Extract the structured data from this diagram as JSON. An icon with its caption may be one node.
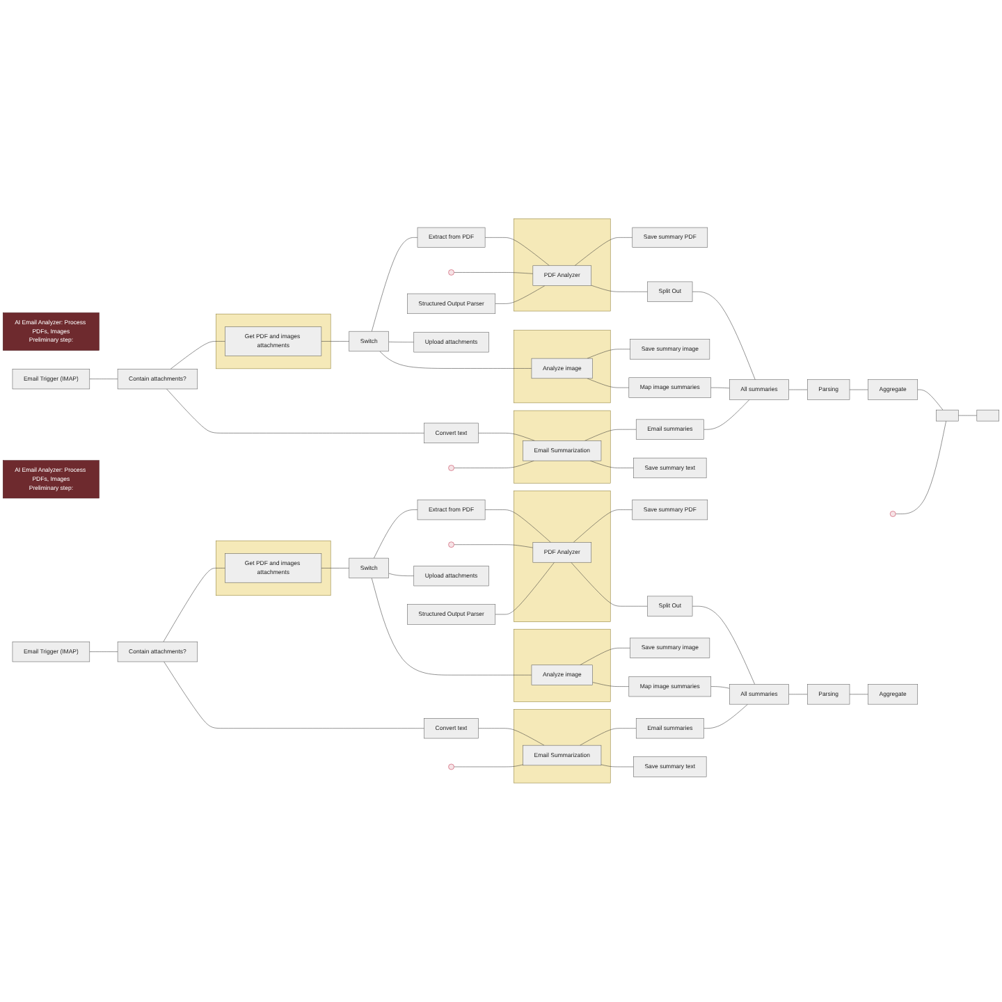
{
  "diagram": {
    "nodes": [
      {
        "text": [
          "AI Email Analyzer: Process PDFs, Images",
          "Preliminary step:"
        ]
      },
      {
        "text": [
          "Email Trigger (IMAP)"
        ]
      },
      {
        "text": [
          "Contain attachments?"
        ]
      },
      {
        "text": [],
        "shape": "box"
      },
      {
        "text": [
          "Get PDF and images attachments"
        ],
        "in": 3
      },
      {
        "text": [
          "Switch"
        ]
      },
      {
        "text": [
          "Extract from PDF"
        ]
      },
      {
        "text": [],
        "shape": "box"
      },
      {
        "text": [
          "PDF Analyzer"
        ],
        "in": 7
      },
      {
        "text": [],
        "shape": "circle"
      },
      {
        "text": [
          "Structured Output Parser"
        ]
      },
      {
        "text": [
          "Save summary PDF"
        ]
      },
      {
        "text": [
          "Split Out"
        ]
      },
      {
        "text": [],
        "shape": "box"
      },
      {
        "text": [
          "Analyze image"
        ],
        "in": 13
      },
      {
        "text": [
          "Save summary image"
        ]
      },
      {
        "text": [
          "Map image summaries"
        ]
      },
      {
        "text": [
          "Upload attachments"
        ]
      },
      {
        "text": [
          "Convert text"
        ]
      },
      {
        "text": [],
        "shape": "box"
      },
      {
        "text": [
          "Email Summarization"
        ],
        "in": 19
      },
      {
        "text": [],
        "shape": "circle"
      },
      {
        "text": [
          "Email summaries"
        ]
      },
      {
        "text": [
          "Save summary text"
        ]
      },
      {
        "text": [
          "All summaries"
        ]
      },
      {
        "text": [
          "Parsing"
        ]
      },
      {
        "text": [
          "Aggregate"
        ]
      },
      {
        "text": [],
        "shape": "box"
      },
      {
        "text": [],
        "shape": "circle"
      },
      {
        "text": [],
        "shape": "box"
      },
      {
        "text": [
          "AI Email Analyzer: Process PDFs, Images",
          "Preliminary step:"
        ]
      },
      {
        "text": [
          "Email Trigger (IMAP)"
        ]
      },
      {
        "text": [
          "Contain attachments?"
        ]
      },
      {
        "text": [],
        "shape": "box"
      },
      {
        "text": [
          "Get PDF and images attachments"
        ],
        "in": 33
      },
      {
        "text": [
          "Switch"
        ]
      },
      {
        "text": [
          "Extract from PDF"
        ]
      },
      {
        "text": [],
        "shape": "box"
      },
      {
        "text": [
          "PDF Analyzer"
        ],
        "in": 37
      },
      {
        "text": [],
        "shape": "circle"
      },
      {
        "text": [
          "Structured Output Parser"
        ]
      },
      {
        "text": [
          "Save summary PDF"
        ]
      },
      {
        "text": [
          "Split Out"
        ]
      },
      {
        "text": [],
        "shape": "box"
      },
      {
        "text": [
          "Analyze image"
        ],
        "in": 43
      },
      {
        "text": [
          "Save summary image"
        ]
      },
      {
        "text": [
          "Map image summaries"
        ]
      },
      {
        "text": [
          "Upload attachments"
        ]
      },
      {
        "text": [
          "Convert text"
        ]
      },
      {
        "text": [],
        "shape": "box"
      },
      {
        "text": [
          "Email Summarization"
        ],
        "in": 49
      },
      {
        "text": [],
        "shape": "circle"
      },
      {
        "text": [
          "Email summaries"
        ]
      },
      {
        "text": [
          "Save summary text"
        ]
      },
      {
        "text": [
          "All summaries"
        ]
      },
      {
        "text": [
          "Parsing"
        ]
      },
      {
        "text": [
          "Aggregate"
        ]
      }
    ],
    "edges": [
      {
        "from": 1,
        "to": 2,
        "arrow": "none"
      },
      {
        "from": 2,
        "to": 4,
        "arrow": "none"
      },
      {
        "from": 2,
        "to": 18,
        "arrow": "none"
      },
      {
        "from": 4,
        "to": 5,
        "arrow": "none"
      },
      {
        "from": 5,
        "to": 6,
        "arrow": "none"
      },
      {
        "from": 5,
        "to": 14,
        "arrow": "none"
      },
      {
        "from": 5,
        "to": 17,
        "arrow": "none"
      },
      {
        "from": 6,
        "to": 8,
        "arrow": "none"
      },
      {
        "from": 9,
        "to": 8,
        "arrow": "none"
      },
      {
        "from": 10,
        "to": 8,
        "arrow": "none"
      },
      {
        "from": 8,
        "to": 11,
        "arrow": "none"
      },
      {
        "from": 8,
        "to": 12,
        "arrow": "none"
      },
      {
        "from": 12,
        "to": 24,
        "arrow": "none"
      },
      {
        "from": 14,
        "to": 15,
        "arrow": "none"
      },
      {
        "from": 14,
        "to": 16,
        "arrow": "none"
      },
      {
        "from": 16,
        "to": 24,
        "arrow": "none"
      },
      {
        "from": 18,
        "to": 20,
        "arrow": "none"
      },
      {
        "from": 21,
        "to": 20,
        "arrow": "none"
      },
      {
        "from": 20,
        "to": 22,
        "arrow": "none"
      },
      {
        "from": 20,
        "to": 23,
        "arrow": "none"
      },
      {
        "from": 22,
        "to": 24,
        "arrow": "none"
      },
      {
        "from": 24,
        "to": 25,
        "arrow": "none"
      },
      {
        "from": 25,
        "to": 26,
        "arrow": "none"
      },
      {
        "from": 26,
        "to": 27,
        "arrow": "none"
      },
      {
        "from": 28,
        "to": 27,
        "arrow": "none"
      },
      {
        "from": 27,
        "to": 29,
        "arrow": "none"
      },
      {
        "from": 31,
        "to": 32,
        "arrow": "none"
      },
      {
        "from": 32,
        "to": 34,
        "arrow": "none"
      },
      {
        "from": 32,
        "to": 48,
        "arrow": "none"
      },
      {
        "from": 34,
        "to": 35,
        "arrow": "none"
      },
      {
        "from": 35,
        "to": 36,
        "arrow": "none"
      },
      {
        "from": 35,
        "to": 44,
        "arrow": "none"
      },
      {
        "from": 35,
        "to": 47,
        "arrow": "none"
      },
      {
        "from": 36,
        "to": 38,
        "arrow": "none"
      },
      {
        "from": 39,
        "to": 38,
        "arrow": "none"
      },
      {
        "from": 40,
        "to": 38,
        "arrow": "none"
      },
      {
        "from": 38,
        "to": 41,
        "arrow": "none"
      },
      {
        "from": 38,
        "to": 42,
        "arrow": "none"
      },
      {
        "from": 42,
        "to": 54,
        "arrow": "none"
      },
      {
        "from": 44,
        "to": 45,
        "arrow": "none"
      },
      {
        "from": 44,
        "to": 46,
        "arrow": "none"
      },
      {
        "from": 46,
        "to": 54,
        "arrow": "none"
      },
      {
        "from": 48,
        "to": 50,
        "arrow": "none"
      },
      {
        "from": 51,
        "to": 50,
        "arrow": "none"
      },
      {
        "from": 50,
        "to": 52,
        "arrow": "none"
      },
      {
        "from": 50,
        "to": 53,
        "arrow": "none"
      },
      {
        "from": 52,
        "to": 54,
        "arrow": "none"
      },
      {
        "from": 54,
        "to": 55,
        "arrow": "none"
      },
      {
        "from": 55,
        "to": 56,
        "arrow": "none"
      }
    ]
  }
}
